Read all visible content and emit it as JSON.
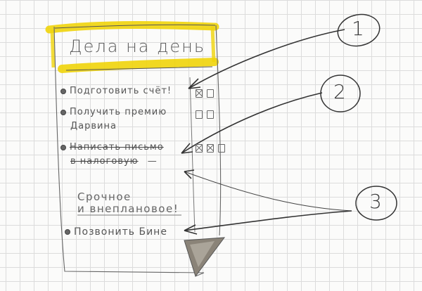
{
  "sketch": {
    "title": "Дела на день",
    "highlight_color": "#f0d40a",
    "tasks": [
      {
        "label": "Подготовить счёт!",
        "checkboxes": [
          "crossed",
          "empty"
        ],
        "status": "in-progress"
      },
      {
        "label_line1": "Получить премию",
        "label_line2": "Дарвина",
        "checkboxes": [
          "empty",
          "empty"
        ],
        "status": "todo"
      },
      {
        "label_line1": "Написать письмо",
        "label_line2": "в налоговую",
        "checkboxes": [
          "crossed",
          "crossed",
          "empty"
        ],
        "status": "done",
        "struck": true,
        "trailing_mark": "—"
      }
    ],
    "urgent_section": {
      "heading_line1": "Срочное",
      "heading_line2": "и внеплановое!",
      "tasks": [
        {
          "label": "Позвонить Бине"
        }
      ]
    },
    "page_curl": "folded-corner"
  },
  "callouts": [
    {
      "number": "1"
    },
    {
      "number": "2"
    },
    {
      "number": "3"
    }
  ]
}
